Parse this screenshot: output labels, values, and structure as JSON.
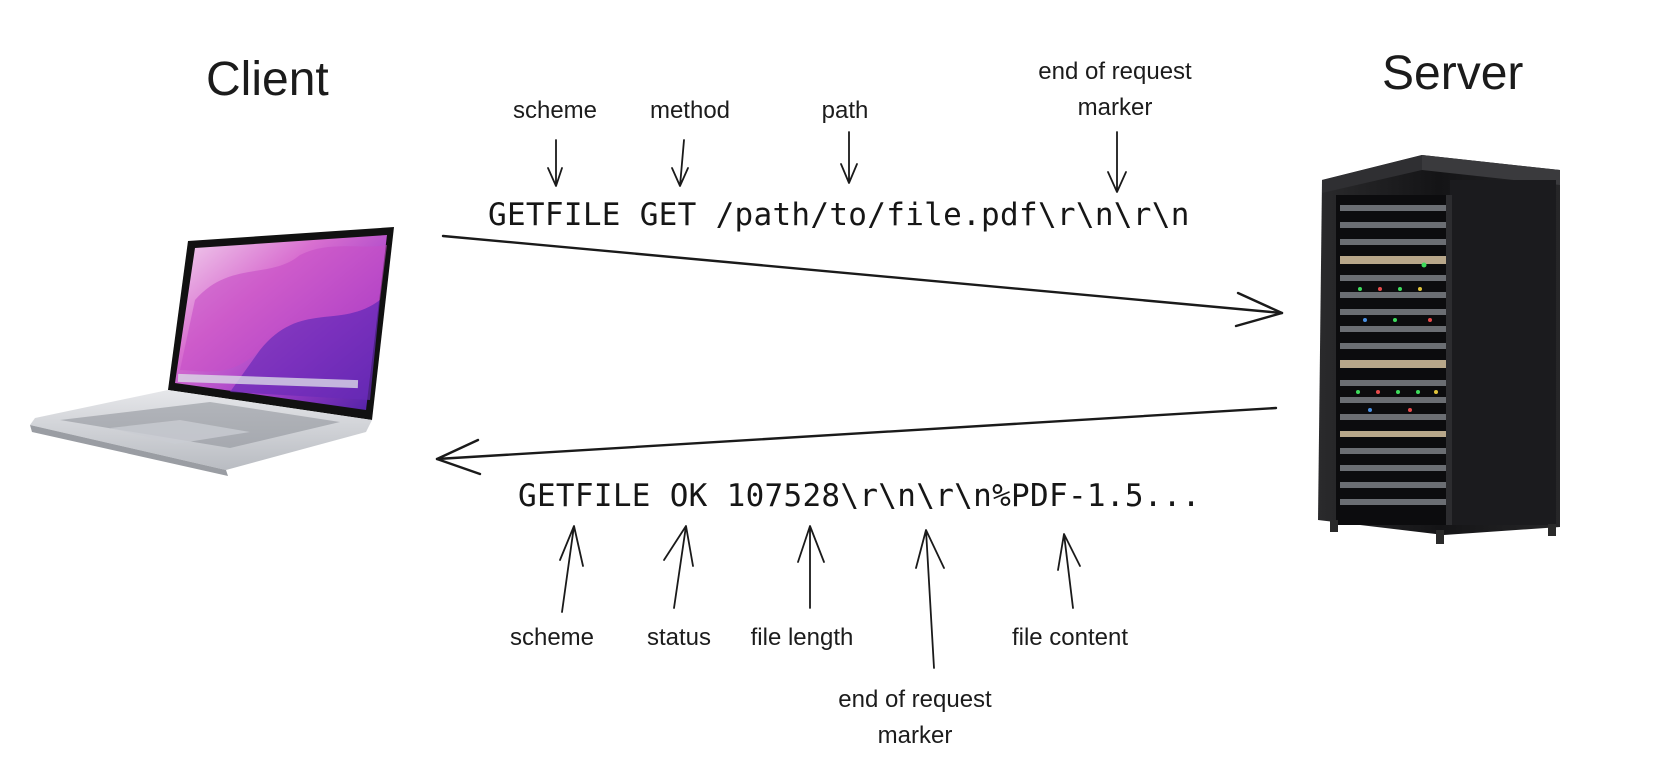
{
  "client": {
    "title": "Client",
    "device": "laptop"
  },
  "server": {
    "title": "Server",
    "device": "server-rack"
  },
  "request": {
    "line": "GETFILE GET /path/to/file.pdf\\r\\n\\r\\n",
    "annotations": {
      "scheme": "scheme",
      "method": "method",
      "path": "path",
      "end_marker": "end of request marker"
    }
  },
  "response": {
    "line": "GETFILE OK 107528\\r\\n\\r\\n%PDF-1.5...",
    "annotations": {
      "scheme": "scheme",
      "status": "status",
      "file_length": "file length",
      "end_marker": "end of request marker",
      "file_content": "file content"
    }
  }
}
